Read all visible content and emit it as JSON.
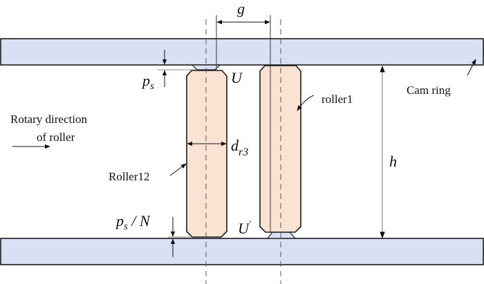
{
  "colors": {
    "cam_ring_fill": "#dae0f3",
    "roller_fill": "#fbe3d4",
    "stroke": "#1a1a1a",
    "dim_line": "#888888"
  },
  "labels": {
    "rotary_line1": "Rotary direction",
    "rotary_line2": "of roller",
    "roller12": "Roller12",
    "roller1": "roller1",
    "cam_ring": "Cam ring"
  },
  "symbols": {
    "g": "g",
    "h": "h",
    "U": "U",
    "U_prime": "U",
    "prime": "'",
    "p": "p",
    "s": "s",
    "ps_over_N_tail": " / N",
    "d": "d",
    "r3": "r3"
  }
}
